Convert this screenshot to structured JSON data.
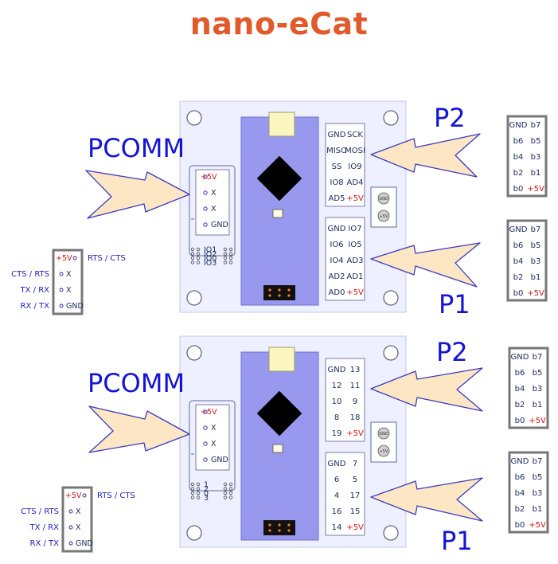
{
  "title": "nano-eCat",
  "labels": {
    "pcomm": "PCOMM",
    "p1": "P1",
    "p2": "P2"
  },
  "colors": {
    "title": "#e05a2b",
    "header_label": "#1414d4",
    "board": "#eef0ff",
    "arduino": "#9898ee",
    "arrow": "#fce6c4",
    "power": "#d01818"
  },
  "pcomm_board": [
    "+5V",
    "X",
    "X",
    "GND"
  ],
  "io_top": [
    "IO1",
    "IO2",
    "IO0",
    "IO3"
  ],
  "io_bottom": [
    "1",
    "2",
    "0",
    "3"
  ],
  "pcomm_ext": {
    "pins": [
      "+5V",
      "X",
      "X",
      "GND"
    ],
    "left": [
      "",
      "CTS / RTS",
      "TX / RX",
      "RX / TX"
    ],
    "right": [
      "RTS / CTS",
      "",
      "",
      ""
    ]
  },
  "top_board": {
    "p2": [
      [
        "GND",
        "SCK"
      ],
      [
        "MISO",
        "MOSI"
      ],
      [
        "SS",
        "IO9"
      ],
      [
        "IO8",
        "AD4"
      ],
      [
        "AD5",
        "+5V"
      ]
    ],
    "p1": [
      [
        "GND",
        "IO7"
      ],
      [
        "IO6",
        "IO5"
      ],
      [
        "IO4",
        "AD3"
      ],
      [
        "AD2",
        "AD1"
      ],
      [
        "AD0",
        "+5V"
      ]
    ]
  },
  "bottom_board": {
    "p2": [
      [
        "GND",
        "13"
      ],
      [
        "12",
        "11"
      ],
      [
        "10",
        "9"
      ],
      [
        "8",
        "18"
      ],
      [
        "19",
        "+5V"
      ]
    ],
    "p1": [
      [
        "GND",
        "7"
      ],
      [
        "6",
        "5"
      ],
      [
        "4",
        "17"
      ],
      [
        "16",
        "15"
      ],
      [
        "14",
        "+5V"
      ]
    ]
  },
  "gnd_pad": "GND",
  "power_pad": "+5V",
  "ext_header": [
    [
      "GND",
      "b7"
    ],
    [
      "b6",
      "b5"
    ],
    [
      "b4",
      "b3"
    ],
    [
      "b2",
      "b1"
    ],
    [
      "b0",
      "+5V"
    ]
  ]
}
